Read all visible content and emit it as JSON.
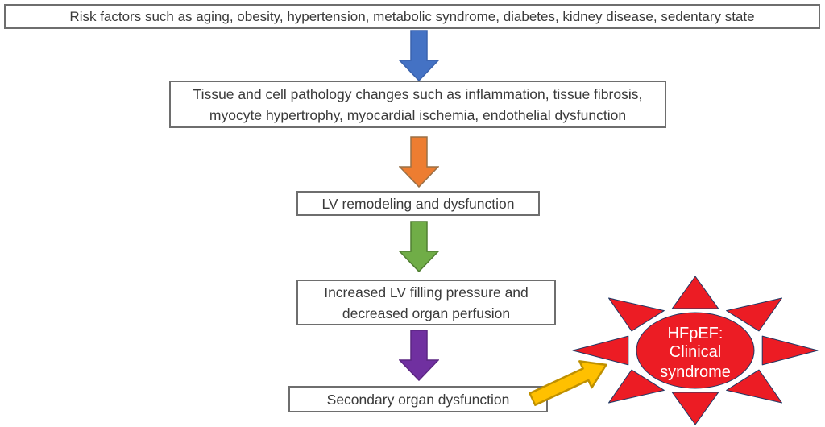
{
  "flow": {
    "step1": "Risk factors such as aging, obesity, hypertension, metabolic syndrome, diabetes, kidney disease, sedentary state",
    "step2": "Tissue and cell pathology changes such as inflammation, tissue fibrosis, myocyte hypertrophy, myocardial ischemia, endothelial dysfunction",
    "step3": "LV remodeling and dysfunction",
    "step4": "Increased LV filling pressure and decreased organ perfusion",
    "step5": "Secondary organ dysfunction"
  },
  "burst": {
    "label": "HFpEF: Clinical syndrome",
    "lines": [
      "HFpEF:",
      "Clinical",
      "syndrome"
    ]
  },
  "colors": {
    "arrow_blue": "#4472C4",
    "arrow_orange": "#ED7D31",
    "arrow_green": "#70AD47",
    "arrow_purple": "#7030A0",
    "arrow_yellow": "#FFC000",
    "arrow_yellow_border": "#BF9000",
    "burst_red": "#EC1C24",
    "burst_outline": "#1F3864",
    "burst_text": "#FFFFFF",
    "box_border": "#6E6E6E",
    "box_text": "#3A3A3A"
  }
}
